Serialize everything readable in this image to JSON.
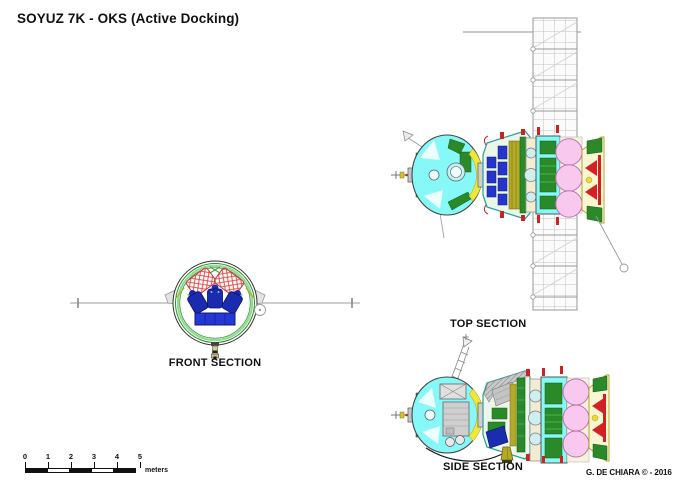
{
  "title": "SOYUZ 7K - OKS (Active Docking)",
  "views": {
    "front": {
      "label": "FRONT SECTION"
    },
    "top": {
      "label": "TOP SECTION"
    },
    "side": {
      "label": "SIDE SECTION"
    }
  },
  "scale_bar": {
    "ticks": [
      "0",
      "1",
      "2",
      "3",
      "4",
      "5"
    ],
    "unit": "meters"
  },
  "credit": "G. DE CHIARA © - 2016",
  "colors": {
    "hull_cyan": "#86f8f8",
    "tank_pink": "#f8c8ee",
    "equipment_green": "#2a8a2a",
    "couch_blue": "#1b2bb0",
    "parachute_red": "#cc3333",
    "frame_olive": "#b3aa28",
    "panel_gray": "#d9d9d9",
    "cone_yellow": "#eee83a"
  }
}
